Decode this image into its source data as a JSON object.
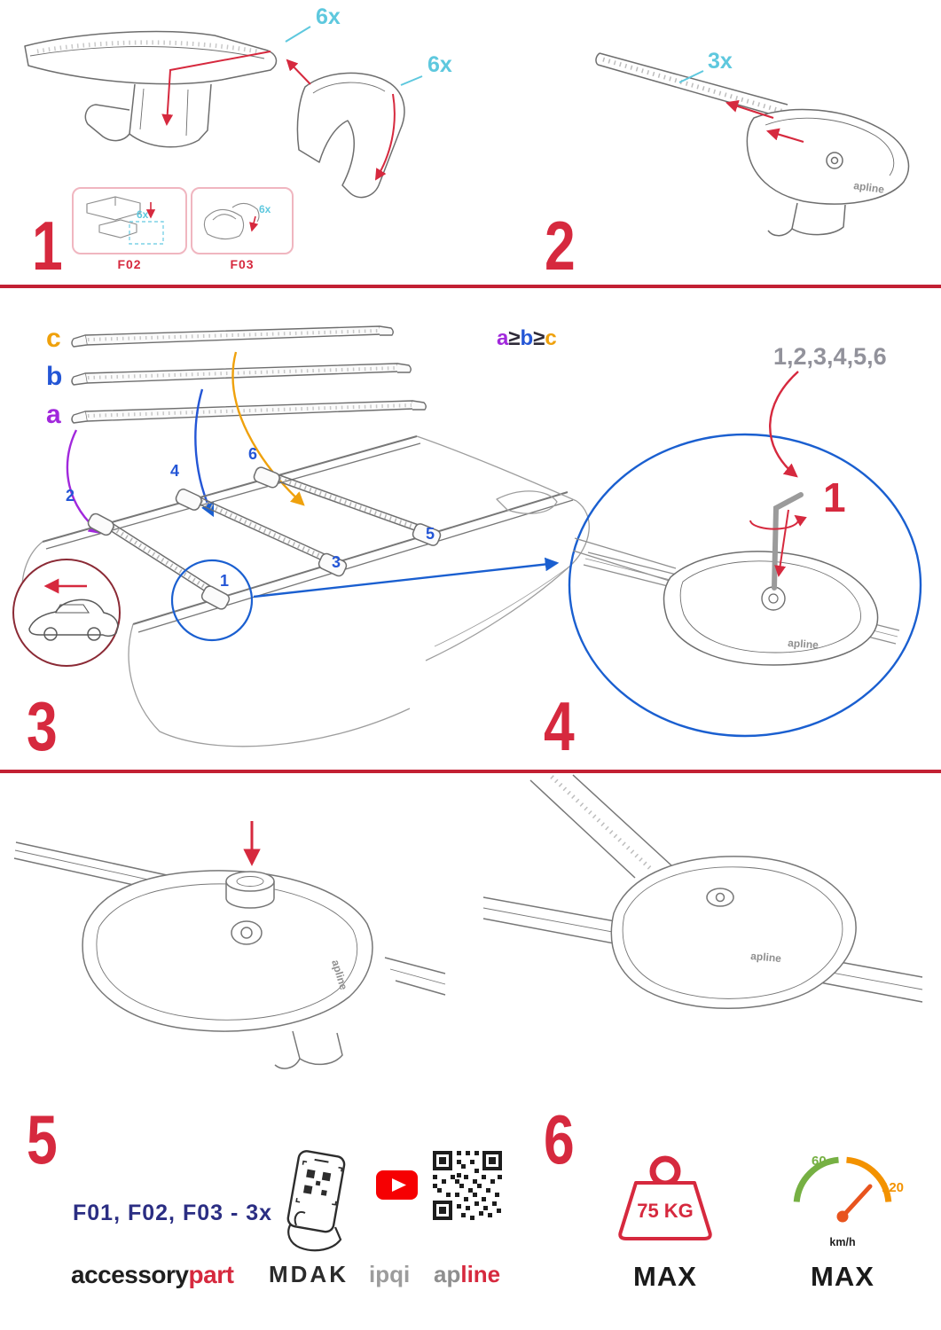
{
  "step1": {
    "number": "1",
    "cap_qty": "6x",
    "cover_qty": "6x",
    "boxes": [
      {
        "label": "F02",
        "qty": "6x"
      },
      {
        "label": "F03",
        "qty": "6x"
      }
    ]
  },
  "step2": {
    "number": "2",
    "qty": "3x",
    "foot_logo": "apline"
  },
  "step3": {
    "number": "3",
    "bar_labels": [
      "c",
      "b",
      "a"
    ],
    "rule": {
      "a": "a",
      "ge1": "≥",
      "b": "b",
      "ge2": "≥",
      "c": "c"
    },
    "positions": [
      "1",
      "2",
      "3",
      "4",
      "5",
      "6"
    ]
  },
  "step4": {
    "number": "4",
    "sequence": "1,2,3,4,5,6",
    "first_position": "1",
    "foot_logo": "apline"
  },
  "step5": {
    "number": "5",
    "foot_logo": "apline"
  },
  "step6": {
    "number": "6",
    "foot_logo": "apline"
  },
  "footer": {
    "kit_note": "F01, F02, F03 - 3x",
    "brand_accessory": "accessory",
    "brand_part": "part",
    "brand_mdak": "MDAK",
    "brand_ipqi": "ipqi",
    "brand_ap": "ap",
    "brand_line": "line",
    "weight_value": "75 KG",
    "weight_max": "MAX",
    "speed_low": "60",
    "speed_high": "120",
    "speed_unit": "km/h",
    "speed_max": "MAX"
  },
  "colors": {
    "accent_red": "#d6293e",
    "cyan": "#5ec8de",
    "blue": "#2456d6",
    "purple": "#a128dc",
    "orange": "#efa10c",
    "navy": "#2b2e83",
    "green": "#76b043",
    "gauge_orange": "#f39200"
  }
}
